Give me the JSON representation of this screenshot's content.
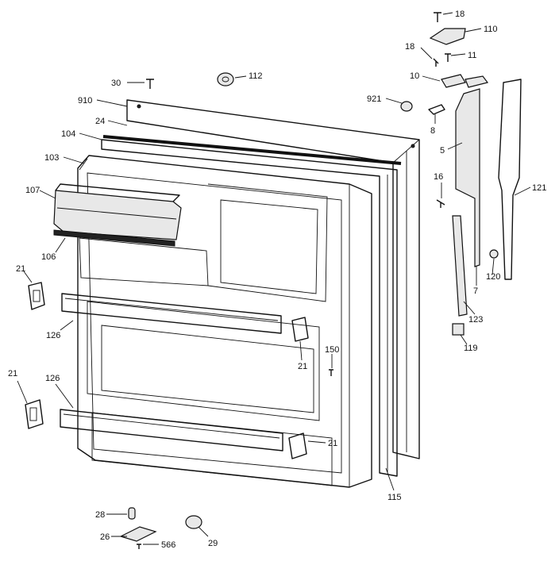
{
  "labels": {
    "l18a": "18",
    "l110": "110",
    "l18b": "18",
    "l11": "11",
    "l10": "10",
    "l30": "30",
    "l112": "112",
    "l910": "910",
    "l921": "921",
    "l24": "24",
    "l8": "8",
    "l104": "104",
    "l103": "103",
    "l5": "5",
    "l107": "107",
    "l16": "16",
    "l121": "121",
    "l106": "106",
    "l21a": "21",
    "l120": "120",
    "l7": "7",
    "l123": "123",
    "l126a": "126",
    "l21b": "21",
    "l150": "150",
    "l119": "119",
    "l21c": "21",
    "l126b": "126",
    "l21d": "21",
    "l115": "115",
    "l28": "28",
    "l26": "26",
    "l566": "566",
    "l29": "29"
  }
}
